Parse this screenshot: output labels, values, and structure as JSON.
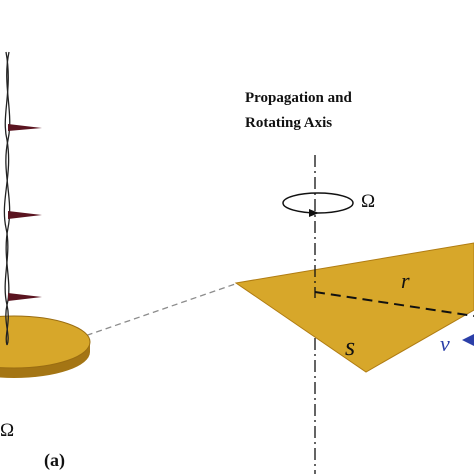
{
  "axis_label": {
    "line1": "Propagation and",
    "line2": "Rotating Axis"
  },
  "symbols": {
    "omega_top": "Ω",
    "omega_bottom": "Ω",
    "r": "r",
    "s": "s",
    "v": "v"
  },
  "panel_label": "(a)",
  "colors": {
    "gold": "#d7a72a",
    "gold_dark": "#b07c12",
    "gold_edge": "#8a6110",
    "maroon": "#5a1420",
    "velocity_blue": "#2b3fa8",
    "line": "#111111",
    "guide": "#8c8c8c"
  }
}
